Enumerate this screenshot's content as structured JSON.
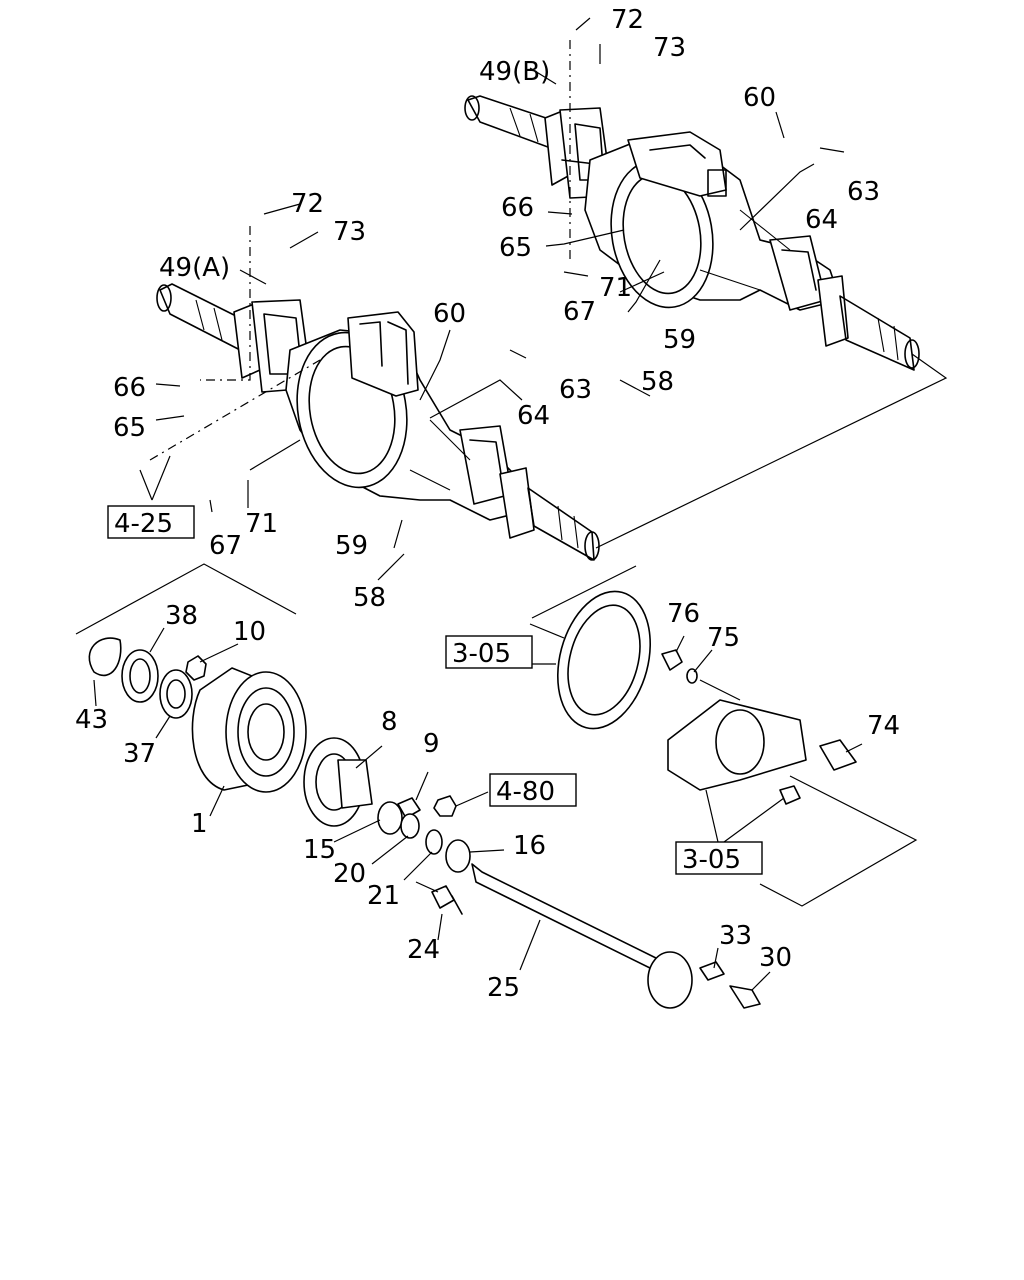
{
  "part_labels": [
    {
      "key": "72",
      "text": "72"
    },
    {
      "key": "73",
      "text": "73"
    },
    {
      "key": "49b",
      "text": "49(B)"
    },
    {
      "key": "60",
      "text": "60"
    },
    {
      "key": "63",
      "text": "63"
    },
    {
      "key": "64",
      "text": "64"
    },
    {
      "key": "66",
      "text": "66"
    },
    {
      "key": "65",
      "text": "65"
    },
    {
      "key": "71",
      "text": "71"
    },
    {
      "key": "67",
      "text": "67"
    },
    {
      "key": "59",
      "text": "59"
    },
    {
      "key": "58",
      "text": "58"
    },
    {
      "key": "49a",
      "text": "49(A)"
    },
    {
      "key": "38",
      "text": "38"
    },
    {
      "key": "10",
      "text": "10"
    },
    {
      "key": "43",
      "text": "43"
    },
    {
      "key": "37",
      "text": "37"
    },
    {
      "key": "8",
      "text": "8"
    },
    {
      "key": "9",
      "text": "9"
    },
    {
      "key": "1",
      "text": "1"
    },
    {
      "key": "15",
      "text": "15"
    },
    {
      "key": "20",
      "text": "20"
    },
    {
      "key": "21",
      "text": "21"
    },
    {
      "key": "16",
      "text": "16"
    },
    {
      "key": "24",
      "text": "24"
    },
    {
      "key": "25",
      "text": "25"
    },
    {
      "key": "33",
      "text": "33"
    },
    {
      "key": "30",
      "text": "30"
    },
    {
      "key": "76",
      "text": "76"
    },
    {
      "key": "75",
      "text": "75"
    },
    {
      "key": "74",
      "text": "74"
    }
  ],
  "reference_boxes": [
    {
      "key": "4-25",
      "text": "4-25"
    },
    {
      "key": "3-05a",
      "text": "3-05"
    },
    {
      "key": "4-80",
      "text": "4-80"
    },
    {
      "key": "3-05b",
      "text": "3-05"
    }
  ]
}
